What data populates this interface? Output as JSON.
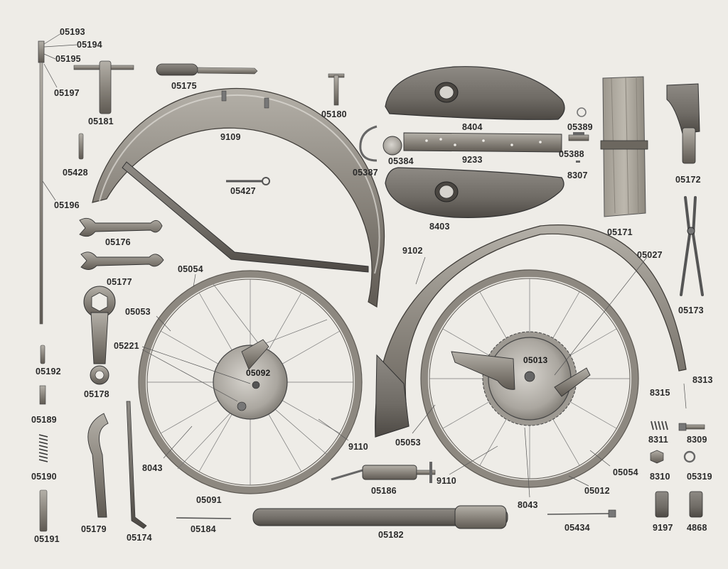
{
  "labels": {
    "p05193": "05193",
    "p05194": "05194",
    "p05195": "05195",
    "p05197": "05197",
    "p05196": "05196",
    "p05428": "05428",
    "p05192": "05192",
    "p05189": "05189",
    "p05190": "05190",
    "p05191": "05191",
    "p05181": "05181",
    "p05175": "05175",
    "p05180": "05180",
    "p9109": "9109",
    "p05427": "05427",
    "p05176": "05176",
    "p05177": "05177",
    "p05178": "05178",
    "p05179": "05179",
    "p05174": "05174",
    "p05184": "05184",
    "p05054a": "05054",
    "p05053a": "05053",
    "p05221": "05221",
    "p05092": "05092",
    "p8043a": "8043",
    "p05091": "05091",
    "p9110a": "9110",
    "p8404": "8404",
    "p05387": "05387",
    "p05384": "05384",
    "p9233": "9233",
    "p8403": "8403",
    "p05389": "05389",
    "p05388": "05388",
    "p8307": "8307",
    "p05171": "05171",
    "p05172": "05172",
    "p05173": "05173",
    "p9102": "9102",
    "p05027": "05027",
    "p05013": "05013",
    "p05053b": "05053",
    "p9110b": "9110",
    "p8043b": "8043",
    "p05054b": "05054",
    "p05012": "05012",
    "p05186": "05186",
    "p05182": "05182",
    "p05434": "05434",
    "p8315": "8315",
    "p8313": "8313",
    "p8311": "8311",
    "p8309": "8309",
    "p8310": "8310",
    "p05319": "05319",
    "p9197": "9197",
    "p4868": "4868"
  }
}
